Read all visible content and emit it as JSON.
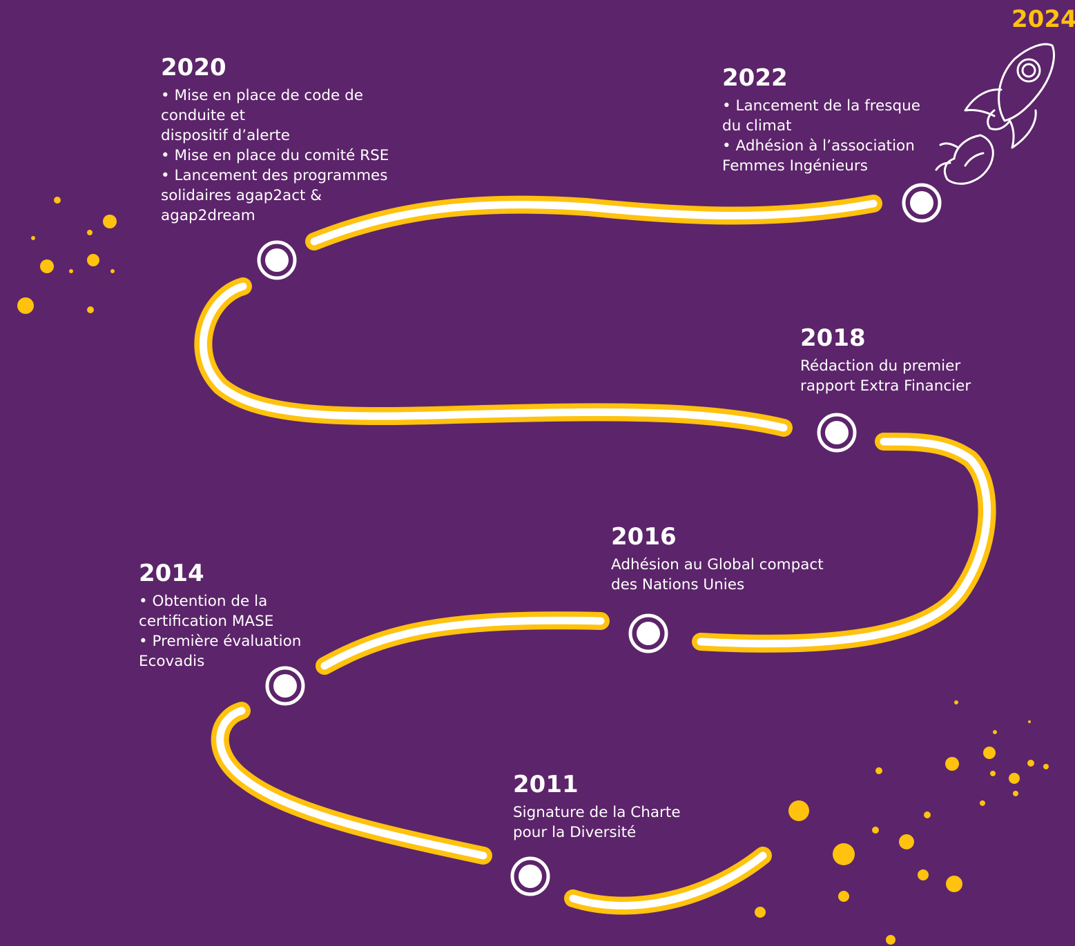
{
  "colors": {
    "background": "#5c246a",
    "path_outer": "#ffc20e",
    "path_inner": "#ffffff",
    "milestone_ring": "#ffffff",
    "dots": "#ffc20e",
    "year_2024": "#ffc20e"
  },
  "icons": {
    "rocket": "rocket-icon",
    "milestone": "milestone-circle-icon"
  },
  "milestones": [
    {
      "year": "2011",
      "lines": [
        "Signature de la Charte",
        "pour la Diversité"
      ]
    },
    {
      "year": "2014",
      "lines": [
        "• Obtention de la",
        "certification MASE",
        "• Première évaluation",
        "Ecovadis"
      ]
    },
    {
      "year": "2016",
      "lines": [
        "Adhésion au Global compact",
        "des Nations Unies"
      ]
    },
    {
      "year": "2018",
      "lines": [
        "Rédaction du premier",
        "rapport Extra Financier"
      ]
    },
    {
      "year": "2020",
      "lines": [
        "• Mise en place de code de",
        "conduite et",
        "dispositif d’alerte",
        "• Mise en place du comité RSE",
        "• Lancement des programmes",
        "solidaires agap2act &",
        "agap2dream"
      ]
    },
    {
      "year": "2022",
      "lines": [
        "• Lancement de la fresque",
        "du climat",
        "• Adhésion à l’association",
        "Femmes Ingénieurs"
      ]
    }
  ],
  "future_year": "2024"
}
